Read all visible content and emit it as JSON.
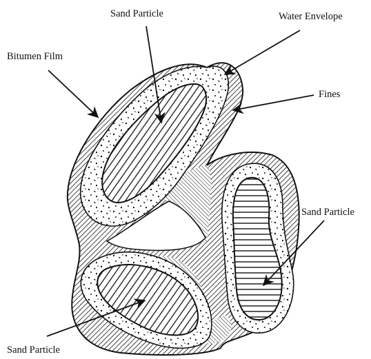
{
  "labels": {
    "sand_particle_top": "Sand Particle",
    "water_envelope": "Water Envelope",
    "bitumen_film": "Bitumen Film",
    "fines": "Fines",
    "sand_particle_right": "Sand Particle",
    "sand_particle_bottom": "Sand Particle"
  }
}
